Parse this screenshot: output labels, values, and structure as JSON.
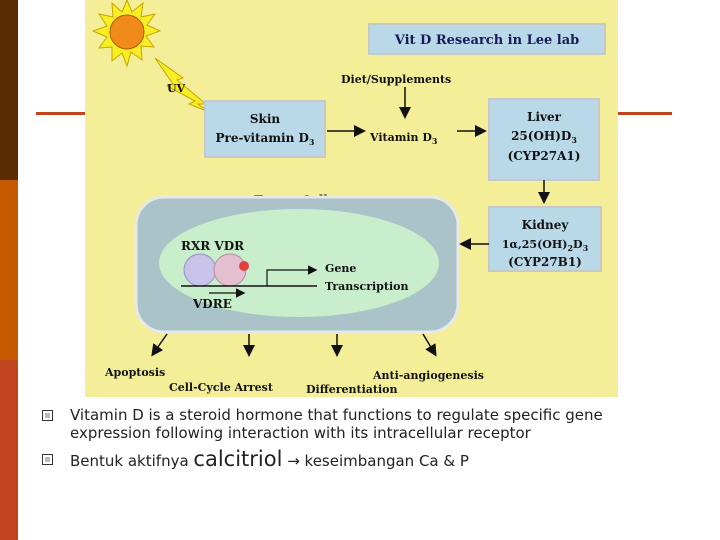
{
  "theme": {
    "strip_colors": [
      "#5a2a00",
      "#c65a00",
      "#e07a1a",
      "#c0441c"
    ],
    "figure_bg": "#f3ee97",
    "box_fill": "#b9d8e8",
    "cell_fill": "#a9c3c9",
    "nucleus_fill": "#c9eecb",
    "rxr_fill": "#c9c3ea",
    "vdr_fill": "#e3bfd0",
    "ligand_fill": "#e04040"
  },
  "diagram": {
    "header": "Vit D Research in Lee lab",
    "uv": "UV",
    "diet": "Diet/Supplements",
    "skin": {
      "title": "Skin",
      "line": "Pre-vitamin D",
      "sub": "3"
    },
    "vitamin": {
      "label": "Vitamin D",
      "sub": "3"
    },
    "liver": {
      "title": "Liver",
      "line1": "25(OH)D",
      "sub1": "3",
      "line2": "(CYP27A1)"
    },
    "kidney": {
      "title": "Kidney",
      "line1_a": "1α,25(OH)",
      "sub_a": "2",
      "line1_b": "D",
      "sub_b": "3",
      "line2": "(CYP27B1)"
    },
    "target_cell": "Target Cell",
    "rxr_vdr": "RXR VDR",
    "gene": "Gene",
    "transcription": "Transcription",
    "vdre": "VDRE",
    "apoptosis": "Apoptosis",
    "cell_cycle": "Cell-Cycle Arrest",
    "differentiation": "Differentiation",
    "angio": "Anti-angiogenesis"
  },
  "bullets": [
    {
      "text": "Vitamin D is a steroid hormone that functions to regulate specific gene expression following interaction with its intracellular receptor"
    },
    {
      "pre": "Bentuk aktifnya ",
      "big": "calcitriol",
      "arrow": " → ",
      "post": "keseimbangan Ca & P"
    }
  ]
}
